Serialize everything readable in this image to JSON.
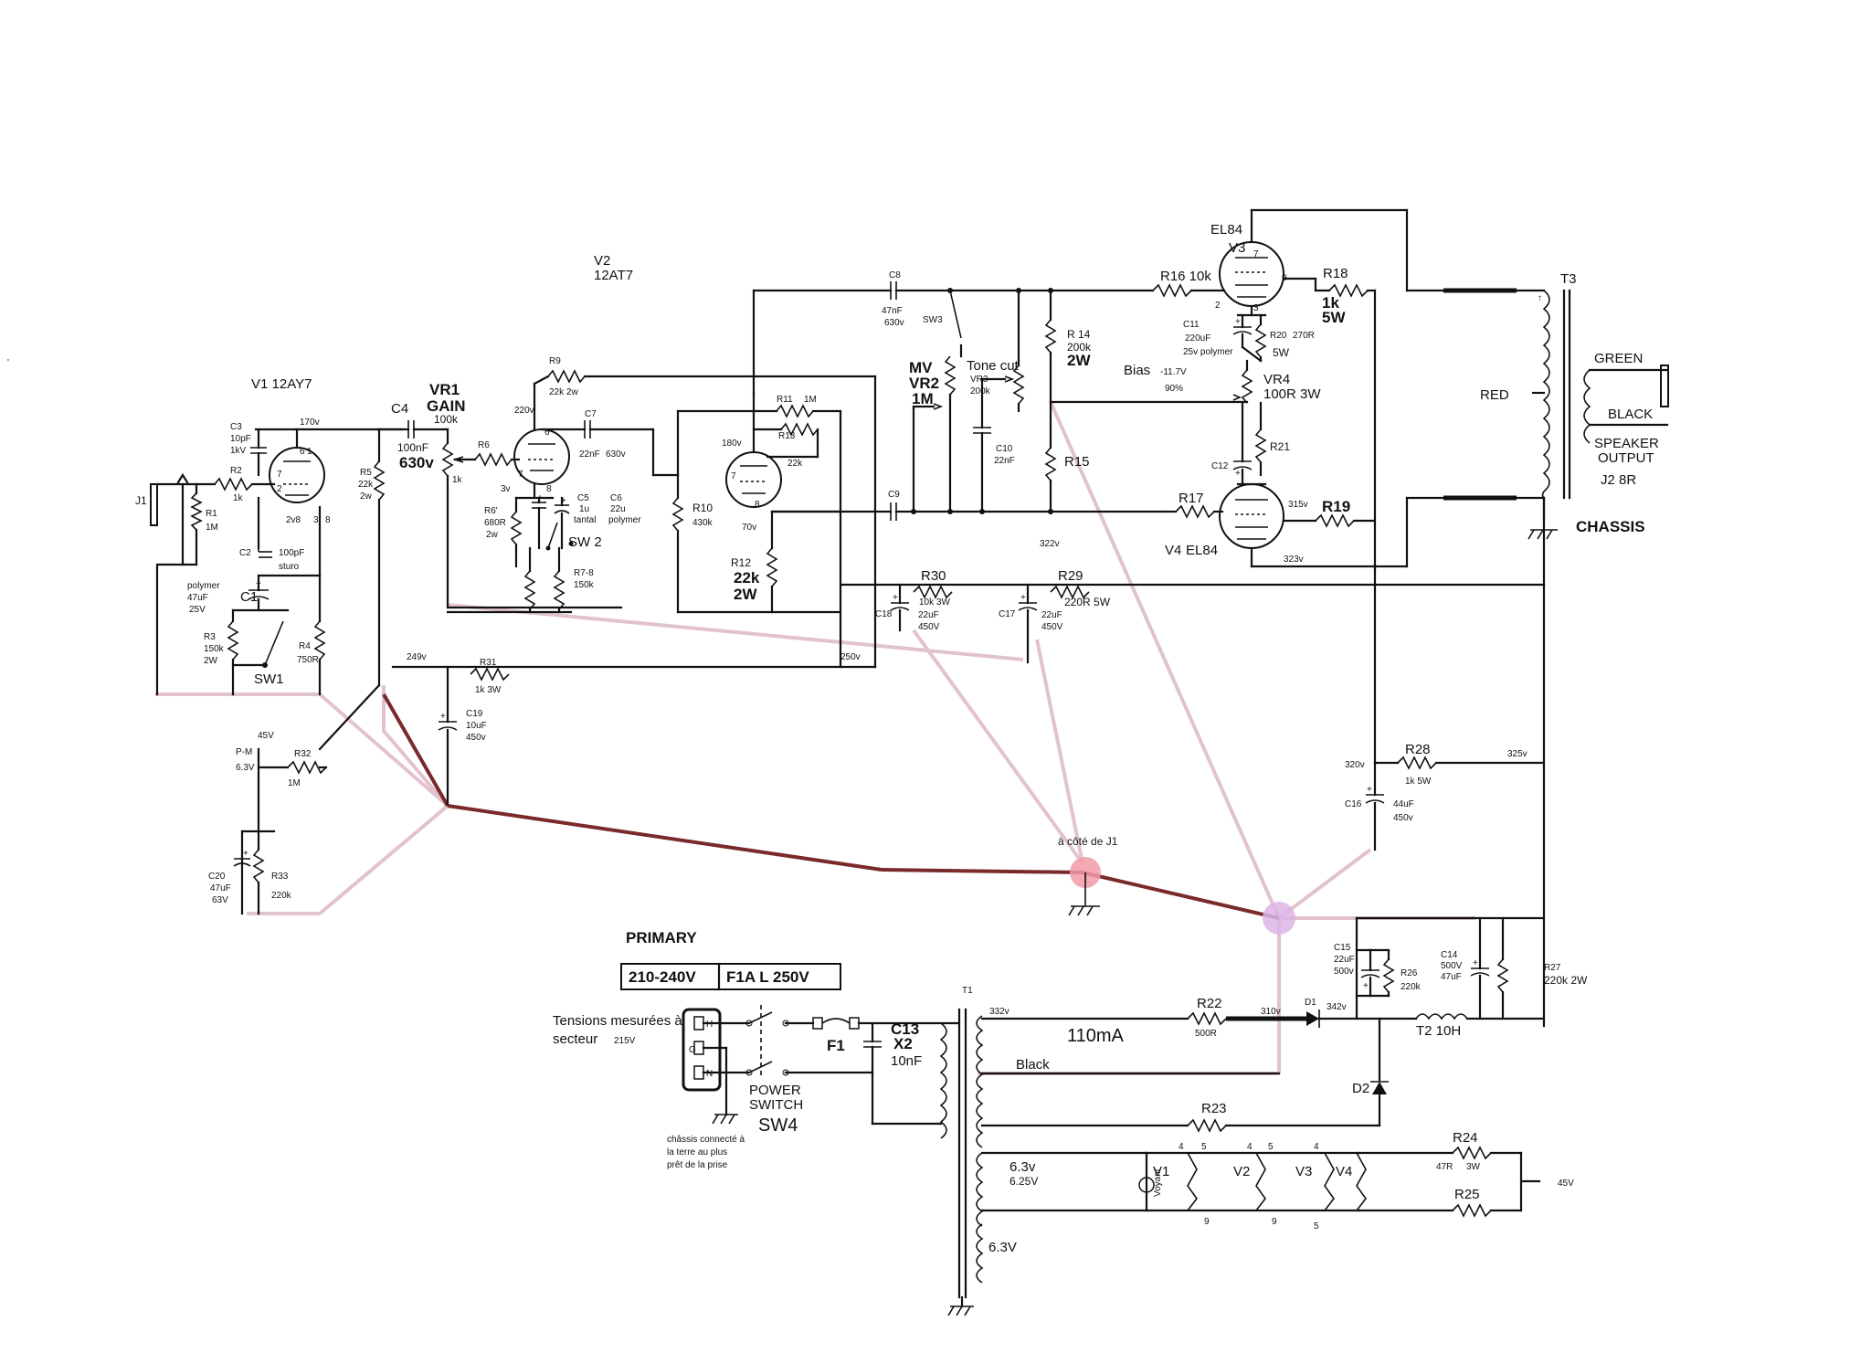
{
  "tubes": {
    "v1": {
      "name": "V1 12AY7",
      "pins": [
        "6",
        "7",
        "2",
        "3",
        "8",
        "1"
      ],
      "voltages": [
        "170v",
        "2v8"
      ]
    },
    "v2": {
      "name": "V2",
      "type": "12AT7",
      "pins": [
        "6",
        "7",
        "8"
      ],
      "voltages": [
        "220v",
        "3v",
        "180v",
        "70v"
      ]
    },
    "v3": {
      "name": "V3",
      "type": "EL84",
      "pins": [
        "7",
        "9",
        "2",
        "3"
      ]
    },
    "v4": {
      "name": "V4",
      "type": "EL84",
      "voltages": [
        "315v",
        "323v"
      ]
    }
  },
  "jacks": {
    "j1": "J1",
    "speaker": [
      "SPEAKER",
      "OUTPUT",
      "J2 8R"
    ],
    "green": "GREEN",
    "black": "BLACK",
    "red": "RED",
    "chassis": "CHASSIS",
    "t3": "T3"
  },
  "resistors": {
    "r1": [
      "R1",
      "1M"
    ],
    "r2": [
      "R2",
      "1k"
    ],
    "r3": [
      "R3",
      "150k",
      "2W"
    ],
    "r4": [
      "R4",
      "750R"
    ],
    "r5": [
      "R5",
      "22k",
      "2w"
    ],
    "r6": [
      "R6",
      "1k"
    ],
    "r6b": [
      "R6'",
      "680R",
      "2w"
    ],
    "r78": [
      "R7-8",
      "150k"
    ],
    "r9": [
      "R9",
      "22k 2w"
    ],
    "r10": [
      "R10",
      "430k"
    ],
    "r11": [
      "R11",
      "1M"
    ],
    "r12": [
      "R12",
      "22k",
      "2W"
    ],
    "r13": [
      "R13",
      "22k"
    ],
    "r14": [
      "R 14",
      "200k",
      "2W"
    ],
    "r15": "R15",
    "r16": "R16 10k",
    "r17": "R17",
    "r18": [
      "R18",
      "1k",
      "5W"
    ],
    "r19": "R19",
    "r20": [
      "R20",
      "270R",
      "5W"
    ],
    "r21": "R21",
    "r22": [
      "R22",
      "500R"
    ],
    "r23": "R23",
    "r24": [
      "R24",
      "47R",
      "3W"
    ],
    "r25": "R25",
    "r26": [
      "R26",
      "220k"
    ],
    "r27": [
      "R27",
      "220k 2W"
    ],
    "r28": [
      "R28",
      "1k 5W"
    ],
    "r29": [
      "R29",
      "220R 5W"
    ],
    "r30": [
      "R30",
      "10k 3W"
    ],
    "r31": [
      "R31",
      "1k 3W"
    ],
    "r32": [
      "R32",
      "1M"
    ],
    "r33": [
      "R33",
      "220k"
    ]
  },
  "capacitors": {
    "c1": "C1",
    "c1polymer": [
      "polymer",
      "47uF",
      "25V"
    ],
    "c2": [
      "C2",
      "100pF",
      "sturo"
    ],
    "c3": [
      "C3",
      "10pF",
      "1kV"
    ],
    "c4": [
      "C4",
      "100nF",
      "630v"
    ],
    "c5": [
      "C5",
      "1u",
      "tantal"
    ],
    "c6": [
      "C6",
      "22u",
      "polymer"
    ],
    "c7": [
      "C7",
      "22nF",
      "630v"
    ],
    "c8": [
      "C8",
      "47nF",
      "630v"
    ],
    "c9": "C9",
    "c10": [
      "C10",
      "22nF"
    ],
    "c11": [
      "C11",
      "220uF",
      "25v polymer"
    ],
    "c12": "C12",
    "c13": [
      "C13",
      "X2",
      "10nF"
    ],
    "c14": [
      "C14",
      "500V",
      "47uF"
    ],
    "c15": [
      "C15",
      "22uF",
      "500v"
    ],
    "c16": [
      "C16",
      "44uF",
      "450v"
    ],
    "c17": [
      "C17",
      "22uF",
      "450V"
    ],
    "c18": [
      "C18",
      "22uF",
      "450V"
    ],
    "c19": [
      "C19",
      "10uF",
      "450v"
    ],
    "c20": [
      "C20",
      "47uF",
      "63V"
    ]
  },
  "controls": {
    "vr1": [
      "VR1",
      "GAIN",
      "100k"
    ],
    "vr2": [
      "MV",
      "VR2",
      "1M"
    ],
    "vr3": [
      "Tone cut",
      "VR3",
      "200k"
    ],
    "vr4": [
      "VR4",
      "100R 3W"
    ],
    "sw1": "SW1",
    "sw2": "SW 2",
    "sw3": "SW3",
    "bias": "Bias",
    "bias_v": "-11.7V",
    "bias_pct": "90%"
  },
  "voltages": {
    "v_249": "249v",
    "v_250": "250v",
    "v_322": "322v",
    "v_320": "320v",
    "v_325": "325v",
    "v_332": "332v",
    "v_310": "310v",
    "v_342": "342v",
    "v_45": "45V",
    "v_45b": "45V"
  },
  "power": {
    "primary": "PRIMARY",
    "primary_range": "210-240V",
    "fuse_rating": "F1A  L  250V",
    "mesure": [
      "Tensions mesurées à",
      "secteur"
    ],
    "secteur_v": "215V",
    "plug": [
      "H",
      "G",
      "N"
    ],
    "switch": [
      "POWER",
      "SWITCH",
      "SW4"
    ],
    "f1": "F1",
    "chassis_note": [
      "châssis connecté à",
      "la terre au plus",
      "prêt de la prise"
    ],
    "t1": "T1",
    "current": "110mA",
    "black_wire": "Black",
    "t2": "T2  10H",
    "d1": "D1",
    "d2": "D2",
    "heater_a": [
      "6.3v",
      "6.25V"
    ],
    "heater_b": "6.3V",
    "pm": [
      "P-M",
      "6.3V"
    ],
    "near_j1": "à côté de J1",
    "heaters": [
      "V1",
      "V2",
      "V3",
      "V4"
    ],
    "heater_pins": [
      "4",
      "5",
      "9"
    ],
    "led": "Voyant"
  }
}
